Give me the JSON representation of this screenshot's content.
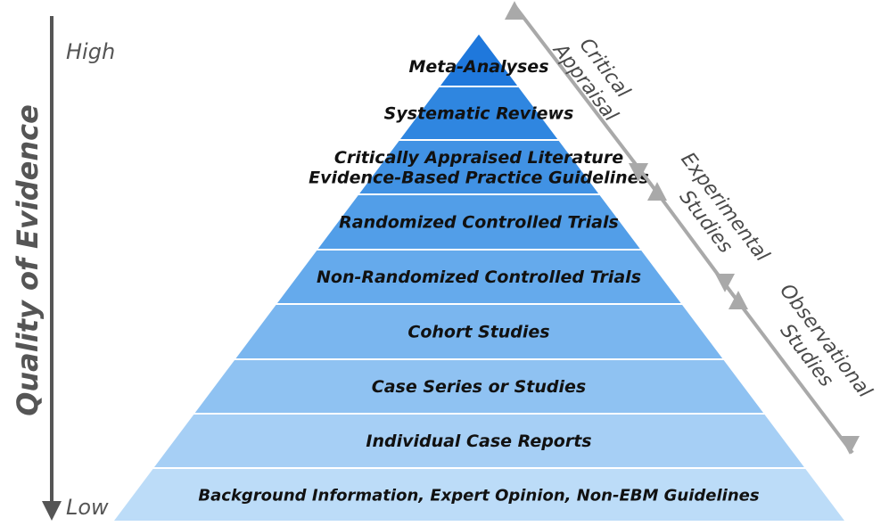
{
  "axis": {
    "title": "Quality of Evidence",
    "high": "High",
    "low": "Low"
  },
  "pyramid": {
    "levels": [
      {
        "lines": [
          "Meta-Analyses"
        ],
        "color": "#1f78dc"
      },
      {
        "lines": [
          "Systematic Reviews"
        ],
        "color": "#2f86e0"
      },
      {
        "lines": [
          "Critically Appraised Literature",
          "Evidence-Based Practice Guidelines"
        ],
        "color": "#4192e4"
      },
      {
        "lines": [
          "Randomized Controlled Trials"
        ],
        "color": "#529ee8"
      },
      {
        "lines": [
          "Non-Randomized Controlled Trials"
        ],
        "color": "#65aaec"
      },
      {
        "lines": [
          "Cohort Studies"
        ],
        "color": "#7ab6ef"
      },
      {
        "lines": [
          "Case Series or Studies"
        ],
        "color": "#8fc2f2"
      },
      {
        "lines": [
          "Individual Case Reports"
        ],
        "color": "#a6cff5"
      },
      {
        "lines": [
          "Background Information, Expert Opinion, Non-EBM Guidelines"
        ],
        "color": "#bcdcf8"
      }
    ]
  },
  "side_groups": [
    {
      "lines": [
        "Critical",
        "Appraisal"
      ]
    },
    {
      "lines": [
        "Experimental",
        "Studies"
      ]
    },
    {
      "lines": [
        "Observational",
        "Studies"
      ]
    }
  ],
  "colors": {
    "axis_arrow": "#555555",
    "side_arrow": "#a9a9a9",
    "label_text": "#111111",
    "side_text": "#4a4a4a"
  }
}
